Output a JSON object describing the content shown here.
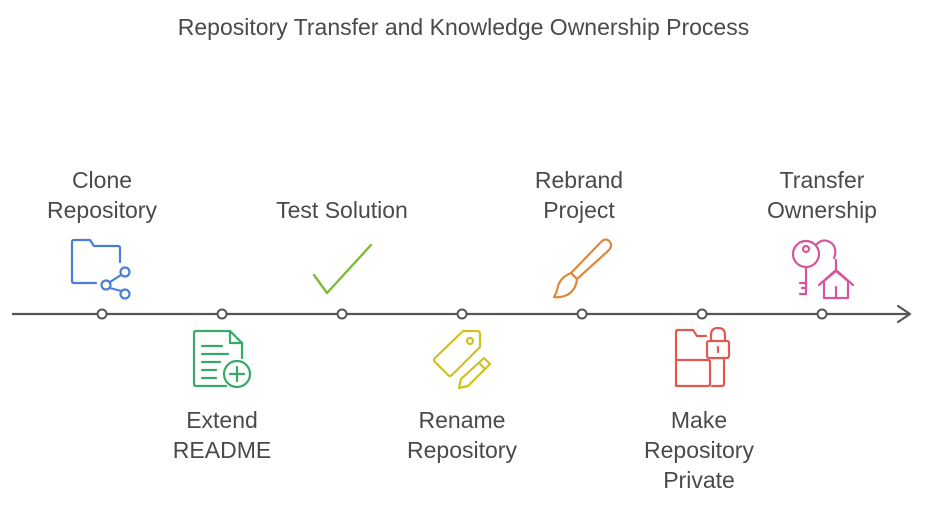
{
  "title": "Repository Transfer and Knowledge Ownership Process",
  "steps": [
    {
      "label": "Clone\nRepository",
      "icon": "folder-share-icon",
      "color": "#4a7fd4"
    },
    {
      "label": "Extend\nREADME",
      "icon": "document-add-icon",
      "color": "#3aa86b"
    },
    {
      "label": "Test Solution",
      "icon": "checkmark-icon",
      "color": "#7cbc3a"
    },
    {
      "label": "Rename\nRepository",
      "icon": "tag-pencil-icon",
      "color": "#cfc21f"
    },
    {
      "label": "Rebrand\nProject",
      "icon": "paintbrush-icon",
      "color": "#e0873a"
    },
    {
      "label": "Make\nRepository\nPrivate",
      "icon": "folder-lock-icon",
      "color": "#e05a52"
    },
    {
      "label": "Transfer\nOwnership",
      "icon": "key-house-icon",
      "color": "#d6559f"
    }
  ]
}
